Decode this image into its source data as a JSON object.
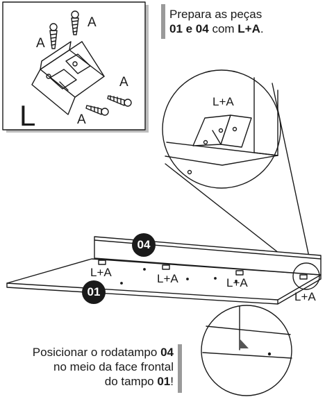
{
  "inset_box": {
    "letter_L": "L",
    "screw_labels": [
      "A",
      "A",
      "A",
      "A"
    ]
  },
  "instruction_top": {
    "line1": "Prepara as peças",
    "part_a": "01 e 04",
    "word_com": " com ",
    "part_b": "L+A",
    "dot": "."
  },
  "zoom_top": {
    "label": "L+A"
  },
  "assembly": {
    "badge_back": "04",
    "badge_top": "01",
    "labels": [
      "L+A",
      "L+A",
      "L+A",
      "L+A"
    ]
  },
  "instruction_bottom": {
    "line1_a": "Posicionar o rodatampo ",
    "line1_b": "04",
    "line2": "no meio da face frontal",
    "line3_a": "do tampo ",
    "line3_b": "01",
    "line3_c": "!"
  }
}
